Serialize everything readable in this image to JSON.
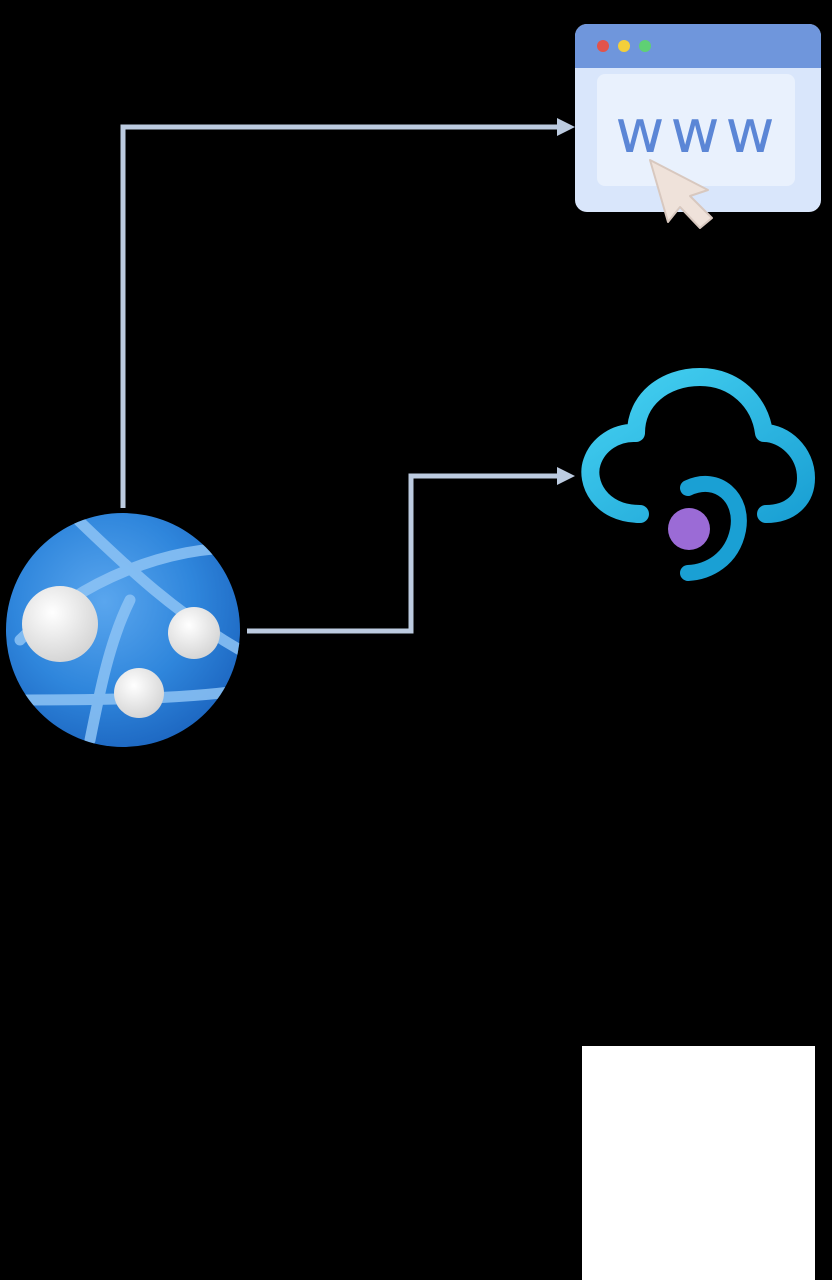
{
  "diagram": {
    "background": "#000000",
    "connector_color": "#bccbe0",
    "nodes": {
      "web_app": {
        "icon": "azure-app-service-globe-icon",
        "colors": {
          "globe": "#2f86dc",
          "globe_light": "#5aa6ee",
          "nodes": "#f2f2f2"
        }
      },
      "website": {
        "icon": "browser-www-icon",
        "text": "www",
        "colors": {
          "titlebar": "#6f96dc",
          "body": "#d9e6fb",
          "text": "#5b86d6",
          "dot_red": "#e2534b",
          "dot_yellow": "#f3cf3a",
          "dot_green": "#5fd074",
          "cursor": "#efe2da"
        }
      },
      "cloud_service": {
        "icon": "azure-cloud-service-icon",
        "colors": {
          "cloud": "#3cc7ec",
          "cloud_dark": "#1a9cd0",
          "dot": "#9b6bd6"
        }
      }
    },
    "connections": [
      {
        "from": "web_app",
        "to": "website"
      },
      {
        "from": "web_app",
        "to": "cloud_service"
      }
    ],
    "overlay_panel": {
      "color": "#ffffff"
    }
  }
}
